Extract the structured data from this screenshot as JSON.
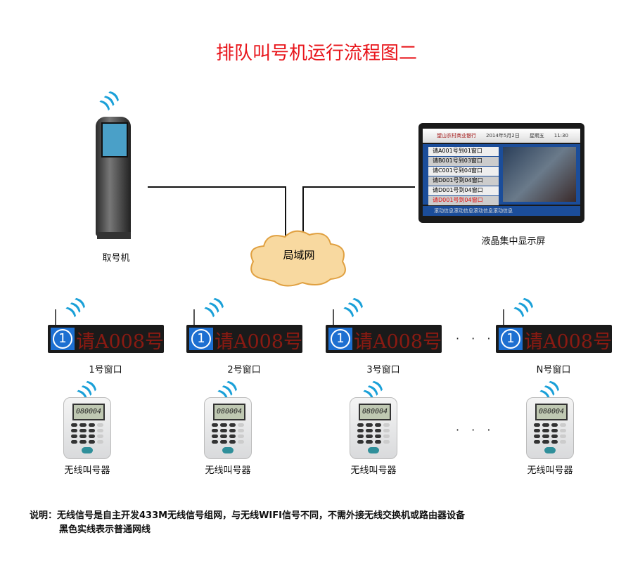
{
  "title": "排队叫号机运行流程图二",
  "kiosk": {
    "label": "取号机"
  },
  "network": {
    "label": "局域网"
  },
  "lcd": {
    "label": "液晶集中显示屏",
    "bank_name": "望山农村商业银行",
    "date": "2014年5月2日",
    "weekday": "星期五",
    "time": "11:30",
    "rows": [
      "请A001号到01窗口",
      "请B001号到03窗口",
      "请C001号到04窗口",
      "请D001号到04窗口",
      "请D001号到04窗口",
      "请D001号到04窗口"
    ],
    "ticker": "滚动信息滚动信息滚动信息滚动信息"
  },
  "windows": [
    {
      "num": "1",
      "text": "请A008号",
      "label": "1号窗口",
      "pager_screen": "080004",
      "pager_label": "无线叫号器"
    },
    {
      "num": "1",
      "text": "请A008号",
      "label": "2号窗口",
      "pager_screen": "080004",
      "pager_label": "无线叫号器"
    },
    {
      "num": "1",
      "text": "请A008号",
      "label": "3号窗口",
      "pager_screen": "080004",
      "pager_label": "无线叫号器"
    },
    {
      "num": "1",
      "text": "请A008号",
      "label": "N号窗口",
      "pager_screen": "080004",
      "pager_label": "无线叫号器"
    }
  ],
  "ellipsis": "· · ·",
  "note": {
    "line1": "说明：无线信号是自主开发433M无线信号组网，与无线WIFI信号不同，不需外接无线交换机或路由器设备",
    "line2": "黑色实线表示普通网线"
  },
  "colors": {
    "title": "#e8141a",
    "led_text": "#8a1a12",
    "led_badge": "#1d6fd1",
    "wifi": "#1aa0d8"
  }
}
